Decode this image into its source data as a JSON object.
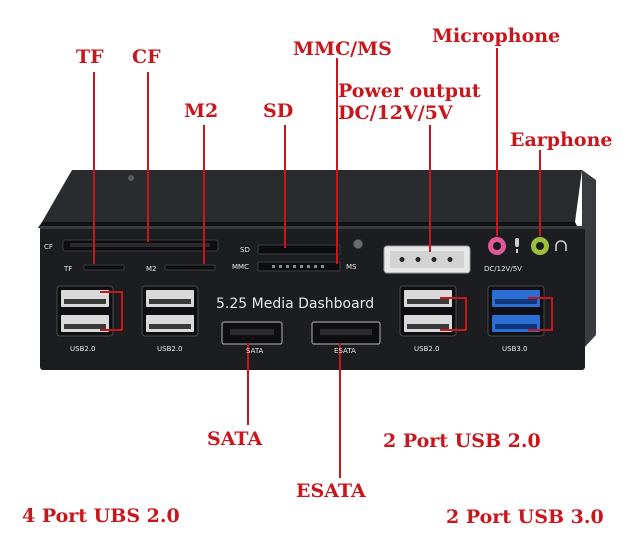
{
  "callouts": {
    "tf": "TF",
    "cf": "CF",
    "m2": "M2",
    "sd": "SD",
    "mmc_ms": "MMC/MS",
    "power_line1": "Power output",
    "power_line2": "DC/12V/5V",
    "microphone": "Microphone",
    "earphone": "Earphone",
    "sata": "SATA",
    "usb2_2port": "2 Port USB 2.0",
    "esata": "ESATA",
    "usb2_4port": "4 Port UBS 2.0",
    "usb3_2port": "2 Port USB 3.0"
  },
  "panel": {
    "title": "5.25 Media Dashboard",
    "cf_label": "CF",
    "tf_label": "TF",
    "m2_label": "M2",
    "sd_label": "SD",
    "mmc_label": "MMC",
    "ms_label": "MS",
    "power_label": "DC/12V/5V",
    "usb2_left1": "USB2.0",
    "usb2_left2": "USB2.0",
    "sata_label": "SATA",
    "esata_label": "ESATA",
    "usb2_right": "USB2.0",
    "usb3_label": "USB3.0"
  },
  "colors": {
    "callout": "#c8161d",
    "panel": "#1c1d20",
    "usb3_blue": "#2c6fd4",
    "mic_pink": "#e0589a",
    "ear_green": "#9bbf3a"
  }
}
